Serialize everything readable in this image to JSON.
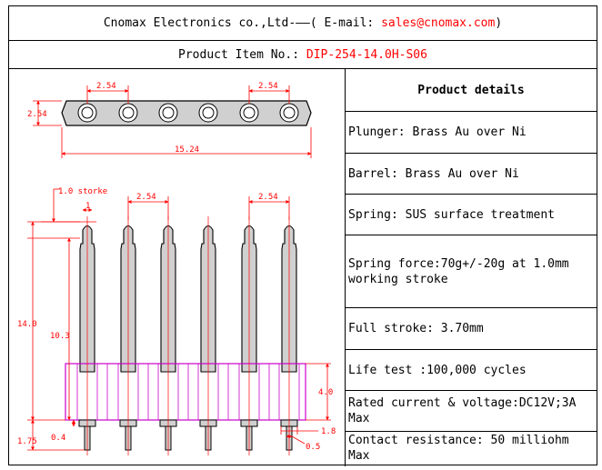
{
  "header": {
    "company": "Cnomax Electronics co.,Ltd-——( E-mail: ",
    "email": "sales@cnomax.com",
    "close_paren": ")"
  },
  "product_item": {
    "label": "Product Item No.: ",
    "value": "DIP-254-14.0H-S06"
  },
  "details": {
    "title": "Product details",
    "rows": [
      "Plunger: Brass Au over Ni",
      "Barrel: Brass Au over Ni",
      "Spring: SUS surface treatment",
      "Spring force:70g+/-20g at 1.0mm working stroke",
      "Full stroke: 3.70mm",
      "Life test :100,000 cycles",
      "Rated current & voltage:DC12V;3A Max",
      "Contact resistance: 50 milliohm Max"
    ]
  },
  "drawing": {
    "top_pitch_left": "2.54",
    "top_pitch_right": "2.54",
    "top_height": "2.54",
    "top_length": "15.24",
    "stroke": "1.0 storke",
    "plunger_width": "1",
    "side_pitch_left": "2.54",
    "side_pitch_right": "2.54",
    "total_height": "14.0",
    "body_height": "10.3",
    "housing_height": "4.0",
    "tail_length": "1.75",
    "tail_offset": "0.4",
    "flange_width": "1.8",
    "tail_diameter": "0.5"
  },
  "colors": {
    "line": "#000000",
    "dimension": "#ff0000",
    "housing": "#cc00cc",
    "part_fill": "#d0d0d0"
  }
}
